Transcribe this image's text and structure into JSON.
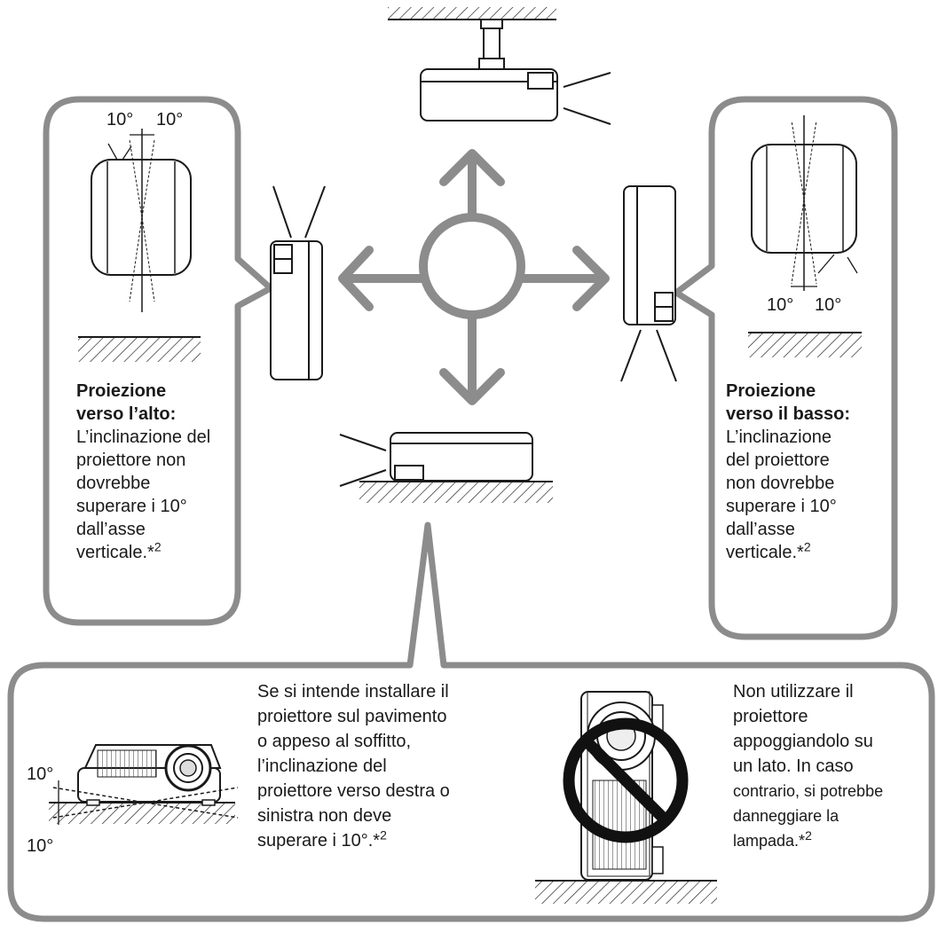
{
  "top_left_angle": {
    "left": "10°",
    "right": "10°"
  },
  "top_right_angle": {
    "left": "10°",
    "right": "10°"
  },
  "left_panel": {
    "heading_line1": "Proiezione",
    "heading_line2": "verso l’alto:",
    "body_lines": [
      "L’inclinazione del",
      "proiettore non",
      "dovrebbe",
      "superare i 10°",
      "dall’asse",
      "verticale.*"
    ],
    "footnote_marker": "2"
  },
  "right_panel": {
    "heading_line1": "Proiezione",
    "heading_line2": "verso il basso:",
    "body_lines": [
      "L’inclinazione",
      "del proiettore",
      "non dovrebbe",
      "superare i 10°",
      "dall’asse",
      "verticale.*"
    ],
    "footnote_marker": "2"
  },
  "bottom_panel": {
    "tilt_top": "10°",
    "tilt_bottom": "10°",
    "middle_lines": [
      "Se si intende installare il",
      "proiettore sul pavimento",
      "o appeso al soffitto,",
      "l’inclinazione del",
      "proiettore verso destra o",
      "sinistra non deve",
      "superare i 10°.*"
    ],
    "middle_footnote": "2",
    "right_lines": [
      "Non utilizzare il",
      "proiettore",
      "appoggiandolo su",
      "un lato. In caso",
      "contrario, si potrebbe",
      "danneggiare la",
      "lampada.*"
    ],
    "right_footnote": "2"
  },
  "colors": {
    "callout_border": "#8c8c8c",
    "arrow": "#8c8c8c",
    "line": "#1a1a1a",
    "prohibition": "#111111"
  },
  "icons": [
    "ceiling-hatch",
    "floor-hatch",
    "projector",
    "prohibition-sign",
    "arrow-up",
    "arrow-down",
    "arrow-left",
    "arrow-right"
  ]
}
